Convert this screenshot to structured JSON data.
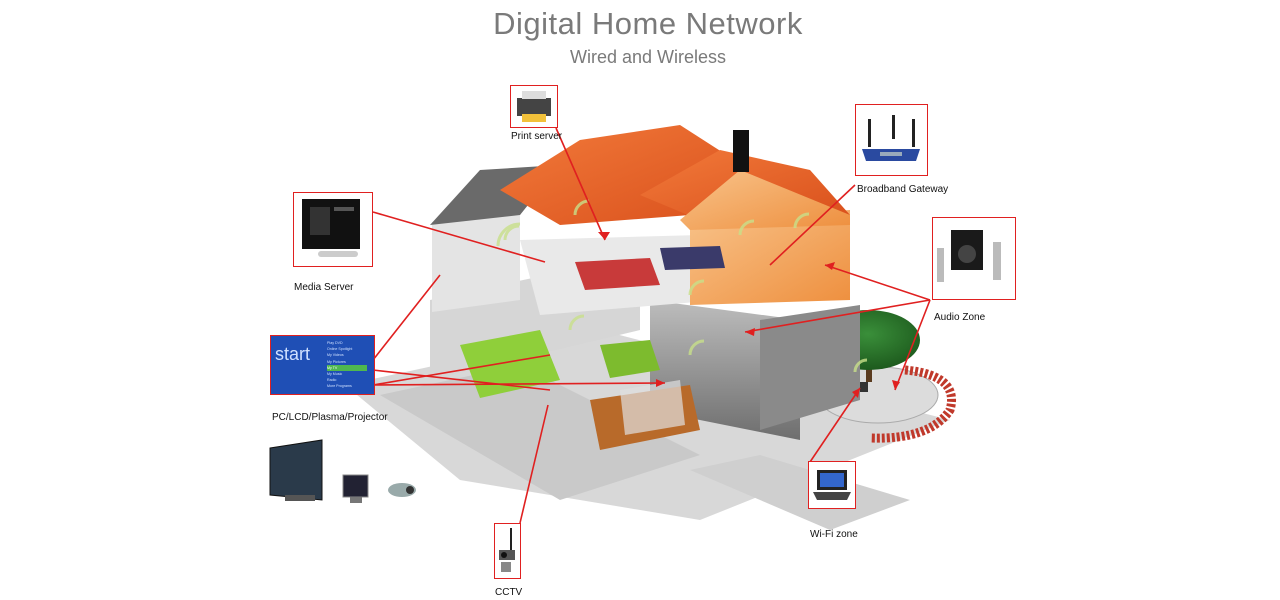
{
  "title": "Digital Home Network",
  "subtitle": "Wired and Wireless",
  "labels": {
    "print_server": "Print server",
    "broadband_gateway": "Broadband Gateway",
    "media_server": "Media Server",
    "audio_zone": "Audio Zone",
    "pc_lcd": "PC/LCD/Plasma/Projector",
    "wifi_zone": "Wi-Fi zone",
    "cctv": "CCTV"
  },
  "media_center": {
    "logo": "start",
    "menu": [
      "Play DVD",
      "Online Spotlight",
      "My Videos",
      "My Pictures",
      "My TV",
      "My Music",
      "Radio",
      "More Programs"
    ]
  },
  "colors": {
    "connector": "#e02020",
    "roof": "#f26a2a",
    "wall": "#f4a35a",
    "grey_wall": "#9a9a9a",
    "sofa": "#8fcf3a",
    "brick": "#c0392b"
  }
}
